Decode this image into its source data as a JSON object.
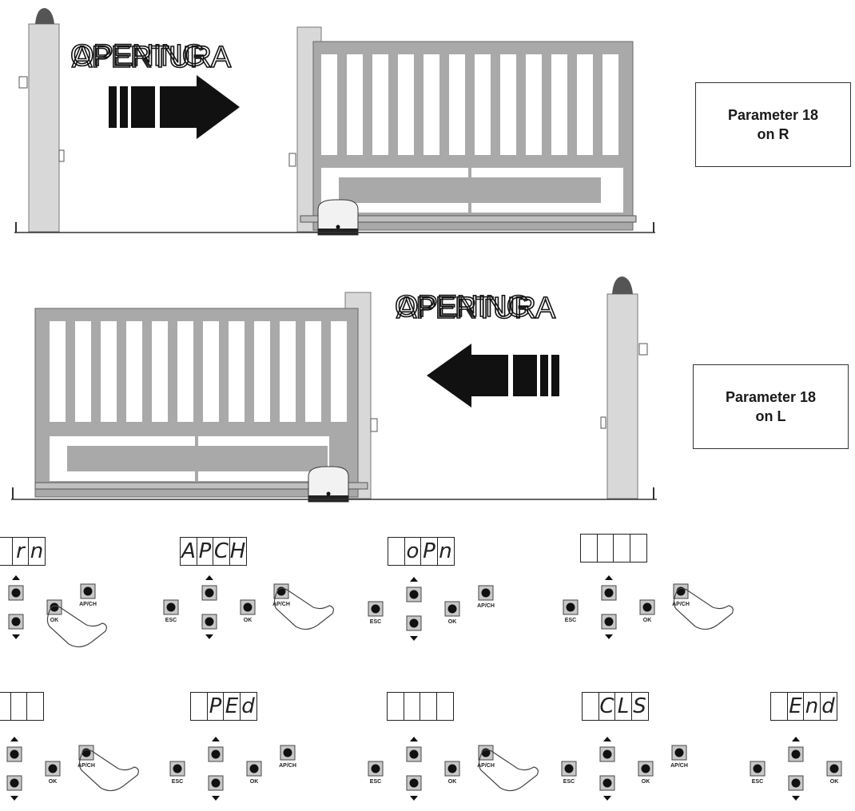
{
  "diagram_1": {
    "label_opening": "OPENING",
    "label_apertura": "APERTURA",
    "param_line1": "Parameter 18",
    "param_line2": "on R"
  },
  "diagram_2": {
    "label_opening": "OPENING",
    "label_apertura": "APERTURA",
    "param_line1": "Parameter 18",
    "param_line2": "on L"
  },
  "keypad": {
    "esc_label": "ESC",
    "ok_label": "OK",
    "apch_label": "AP/CH"
  },
  "sequence_row1": [
    {
      "display": [
        "",
        "r",
        "n"
      ],
      "pressed": "ok"
    },
    {
      "display": [
        "A",
        "P",
        "C",
        "H"
      ],
      "pressed": "apch"
    },
    {
      "display": [
        "",
        "o",
        "P",
        "n"
      ],
      "pressed": "none"
    },
    {
      "display": [
        "",
        "",
        "",
        ""
      ],
      "pressed": "apch"
    }
  ],
  "sequence_row2": [
    {
      "display": [
        "",
        "",
        ""
      ],
      "pressed": "apch"
    },
    {
      "display": [
        "",
        "P",
        "E",
        "d"
      ],
      "pressed": "none"
    },
    {
      "display": [
        "",
        "",
        "",
        ""
      ],
      "pressed": "apch"
    },
    {
      "display": [
        "",
        "C",
        "L",
        "S"
      ],
      "pressed": "none"
    },
    {
      "display": [
        "",
        "E",
        "n",
        "d"
      ],
      "pressed": "none"
    }
  ],
  "colors": {
    "gate_gray": "#a9a9a9",
    "post_gray": "#d8d8d8",
    "ink": "#111111"
  }
}
